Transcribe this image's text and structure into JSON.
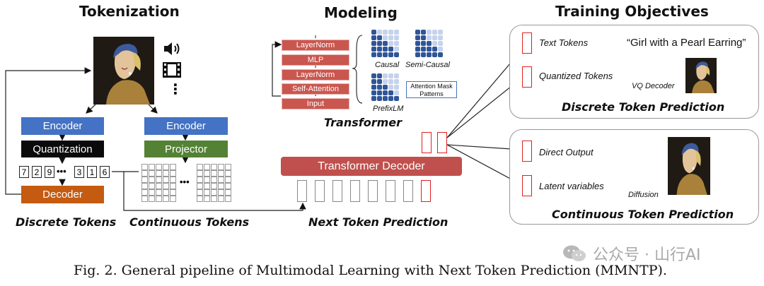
{
  "titles": {
    "tokenization": "Tokenization",
    "modeling": "Modeling",
    "training": "Training Objectives"
  },
  "tokenization": {
    "encoder_left": "Encoder",
    "quantization": "Quantization",
    "decoder": "Decoder",
    "encoder_right": "Encoder",
    "projector": "Projector",
    "tokens": [
      "7",
      "2",
      "9",
      "3",
      "1",
      "6"
    ],
    "ellipsis": "•••",
    "vertical_ellipsis": "⋮",
    "cont_ellipsis": "•••",
    "discrete_label": "Discrete Tokens",
    "continuous_label": "Continuous Tokens"
  },
  "modeling": {
    "blocks": [
      "LayerNorm",
      "MLP",
      "LayerNorm",
      "Self-Attention",
      "Input"
    ],
    "mask_labels": {
      "causal": "Causal",
      "semi_causal": "Semi-Causal",
      "prefix_lm": "PrefixLM"
    },
    "mask_box": "Attention Mask Patterns",
    "transformer_label": "Transformer",
    "decoder": "Transformer Decoder",
    "ntp_label": "Next Token Prediction"
  },
  "training": {
    "text_tokens": "Text Tokens",
    "text_output": "“Girl with a Pearl Earring”",
    "quantized_tokens": "Quantized Tokens",
    "vq_decoder": "VQ Decoder",
    "discrete_title": "Discrete Token Prediction",
    "direct_output": "Direct Output",
    "latent_variables": "Latent variables",
    "diffusion": "Diffusion",
    "continuous_title": "Continuous Token Prediction"
  },
  "watermark": "公众号 · 山行AI",
  "caption": "Fig. 2.  General pipeline of Multimodal Learning with Next Token Prediction (MMNTP).",
  "colors": {
    "encoder": "#4472c4",
    "quantization": "#0a0a0a",
    "projector": "#548235",
    "decoder": "#c55a11",
    "transformer": "#c0504d",
    "highlight": "#e02020"
  }
}
